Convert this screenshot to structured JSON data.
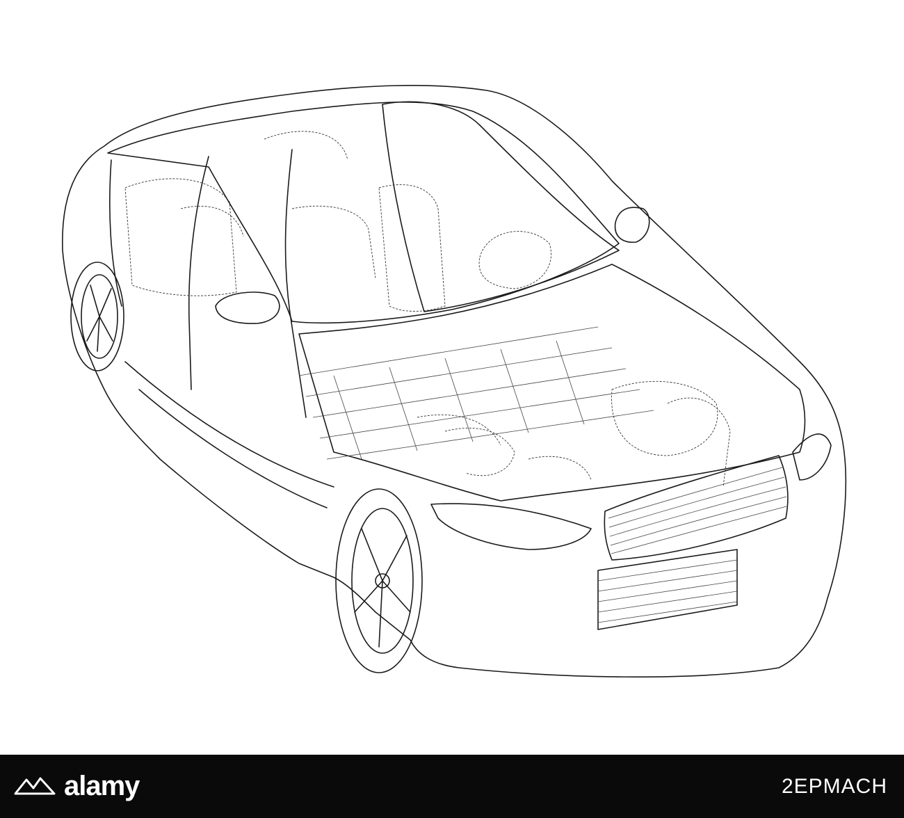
{
  "image": {
    "subject": "wireframe-car-illustration",
    "colors": {
      "background": "#ffffff",
      "stroke": "#1a1a1a",
      "footer": "#0a0a0a",
      "footer_text": "#ffffff"
    }
  },
  "footer": {
    "brand": "alamy",
    "stock_id": "2EPMACH"
  }
}
